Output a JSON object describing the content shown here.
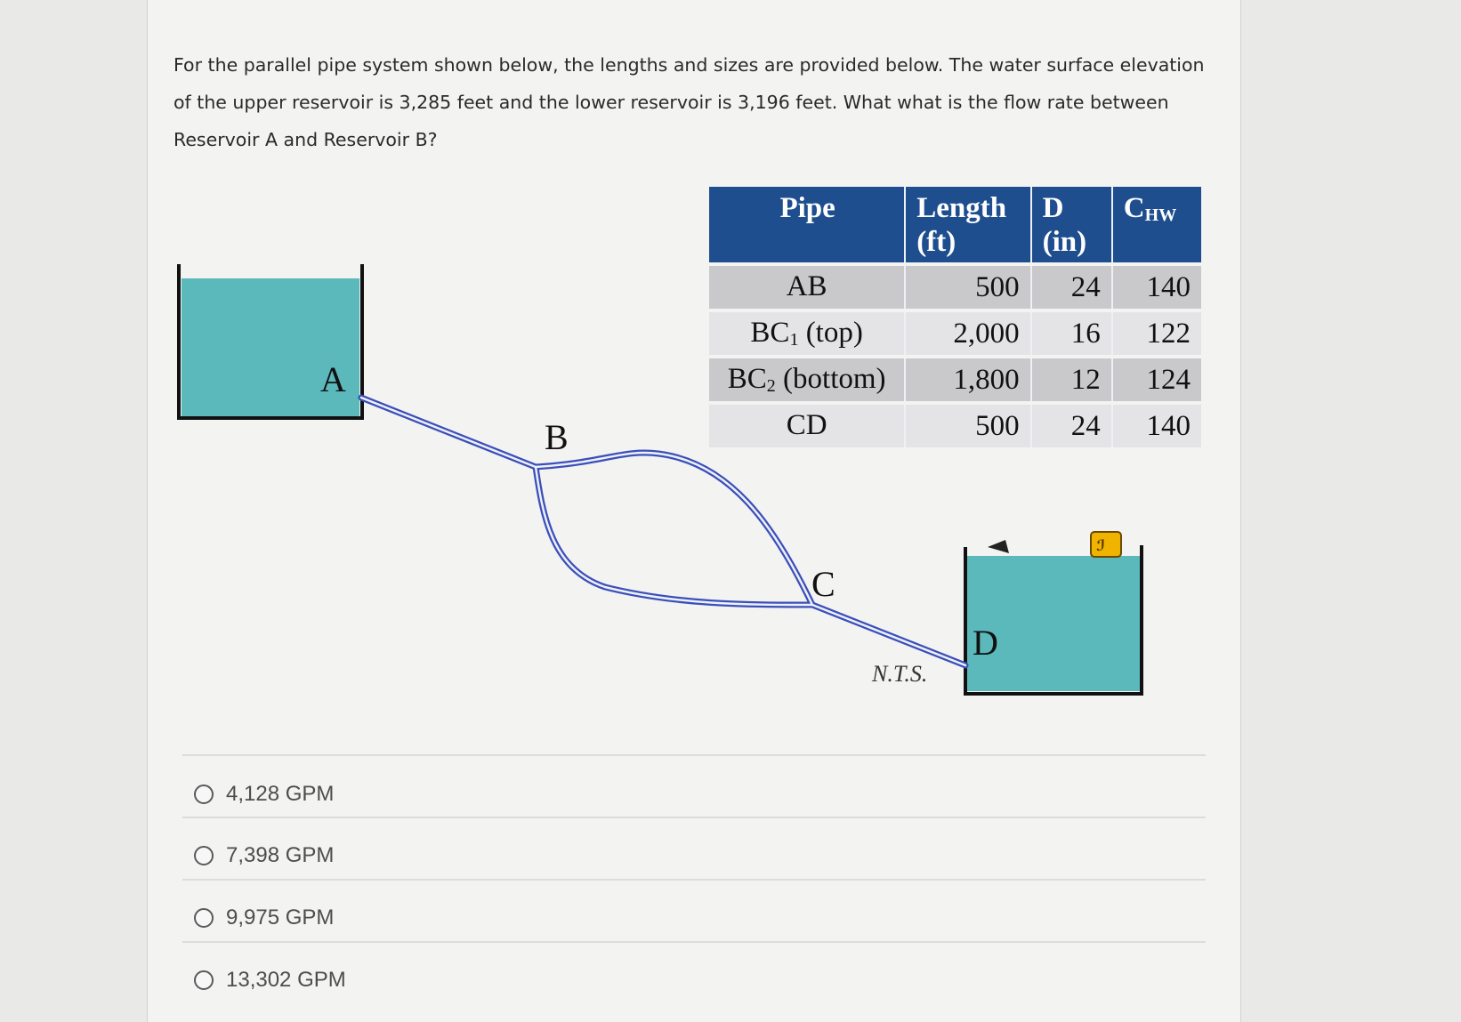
{
  "question": {
    "text": "For the parallel pipe system shown below, the lengths and sizes are provided below. The water surface elevation of the upper reservoir is 3,285 feet and the lower reservoir is 3,196 feet. What what is the flow rate between Reservoir A and Reservoir B?"
  },
  "table": {
    "headers": {
      "pipe": "Pipe",
      "length_line1": "Length",
      "length_line2": "(ft)",
      "d_line1": "D",
      "d_line2": "(in)",
      "chw_main": "C",
      "chw_sub": "HW"
    },
    "rows": [
      {
        "pipe": "AB",
        "pipe_sub": "",
        "pipe_suffix": "",
        "length": "500",
        "d": "24",
        "chw": "140"
      },
      {
        "pipe": "BC",
        "pipe_sub": "1",
        "pipe_suffix": " (top)",
        "length": "2,000",
        "d": "16",
        "chw": "122"
      },
      {
        "pipe": "BC",
        "pipe_sub": "2",
        "pipe_suffix": " (bottom)",
        "length": "1,800",
        "d": "12",
        "chw": "124"
      },
      {
        "pipe": "CD",
        "pipe_sub": "",
        "pipe_suffix": "",
        "length": "500",
        "d": "24",
        "chw": "140"
      }
    ]
  },
  "diagram": {
    "label_a": "A",
    "label_b": "B",
    "label_c": "C",
    "label_d": "D",
    "nts": "N.T.S.",
    "water_color": "#5bb8bb",
    "pipe_color": "#3b4fb8"
  },
  "options": [
    {
      "label": "4,128 GPM"
    },
    {
      "label": "7,398 GPM"
    },
    {
      "label": "9,975 GPM"
    },
    {
      "label": "13,302 GPM"
    }
  ]
}
